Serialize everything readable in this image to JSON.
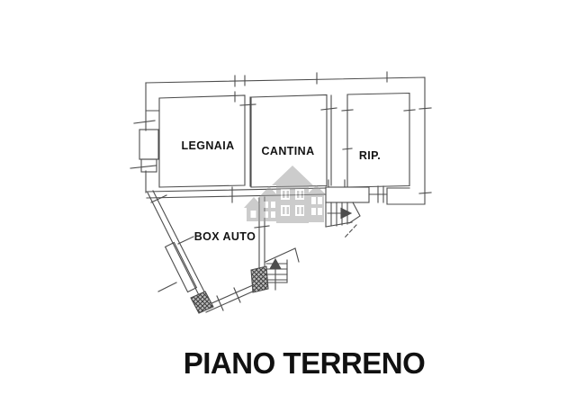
{
  "title": {
    "text": "PIANO TERRENO"
  },
  "plan": {
    "rooms": [
      {
        "id": "legnaia",
        "label": "LEGNAIA"
      },
      {
        "id": "cantina",
        "label": "CANTINA"
      },
      {
        "id": "rip",
        "label": "RIP."
      },
      {
        "id": "box_auto",
        "label": "BOX AUTO"
      }
    ],
    "icons": {
      "watermark": "buildings-logo-watermark",
      "stairs_main_arrow": "arrow-right-icon",
      "stairs_small_arrow": "arrow-up-icon"
    },
    "colors": {
      "background": "#ffffff",
      "wall_line": "#4d4d4d",
      "label_text": "#141414",
      "watermark_gray": "#9e9e9e",
      "pillar_fill": "#bdbdbd",
      "pillar_hatch": "#3d3d3d"
    }
  }
}
